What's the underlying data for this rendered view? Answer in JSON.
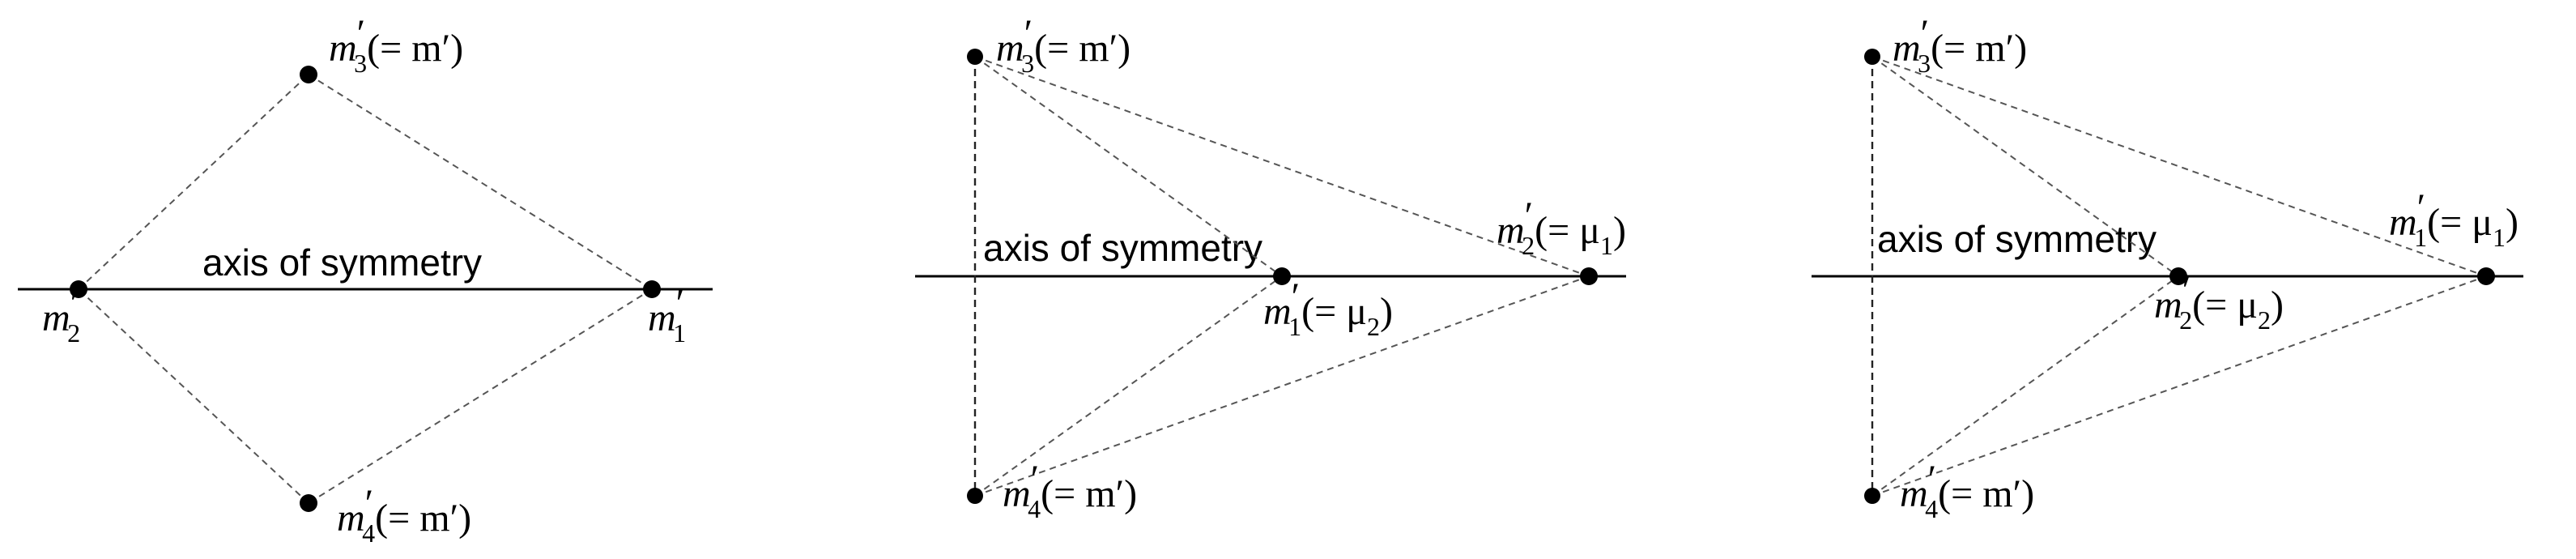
{
  "panels": [
    {
      "axis_label": "axis of symmetry",
      "labels": [
        {
          "base": "m",
          "prime": "′",
          "sub": "3",
          "tail": "(= m′)"
        },
        {
          "base": "m",
          "prime": "′",
          "sub": "2",
          "tail": ""
        },
        {
          "base": "m",
          "prime": "′",
          "sub": "1",
          "tail": ""
        },
        {
          "base": "m",
          "prime": "′",
          "sub": "4",
          "tail": "(= m′)"
        }
      ]
    },
    {
      "axis_label": "axis of symmetry",
      "labels": [
        {
          "base": "m",
          "prime": "′",
          "sub": "3",
          "tail": "(= m′)"
        },
        {
          "base": "m",
          "prime": "′",
          "sub": "2",
          "tail": "(= μ",
          "tsub": "1",
          "tend": ")"
        },
        {
          "base": "m",
          "prime": "′",
          "sub": "1",
          "tail": "(= μ",
          "tsub": "2",
          "tend": ")"
        },
        {
          "base": "m",
          "prime": "′",
          "sub": "4",
          "tail": "(= m′)"
        }
      ]
    },
    {
      "axis_label": "axis of symmetry",
      "labels": [
        {
          "base": "m",
          "prime": "′",
          "sub": "3",
          "tail": "(= m′)"
        },
        {
          "base": "m",
          "prime": "′",
          "sub": "1",
          "tail": "(= μ",
          "tsub": "1",
          "tend": ")"
        },
        {
          "base": "m",
          "prime": "′",
          "sub": "2",
          "tail": "(= μ",
          "tsub": "2",
          "tend": ")"
        },
        {
          "base": "m",
          "prime": "′",
          "sub": "4",
          "tail": "(= m′)"
        }
      ]
    }
  ]
}
